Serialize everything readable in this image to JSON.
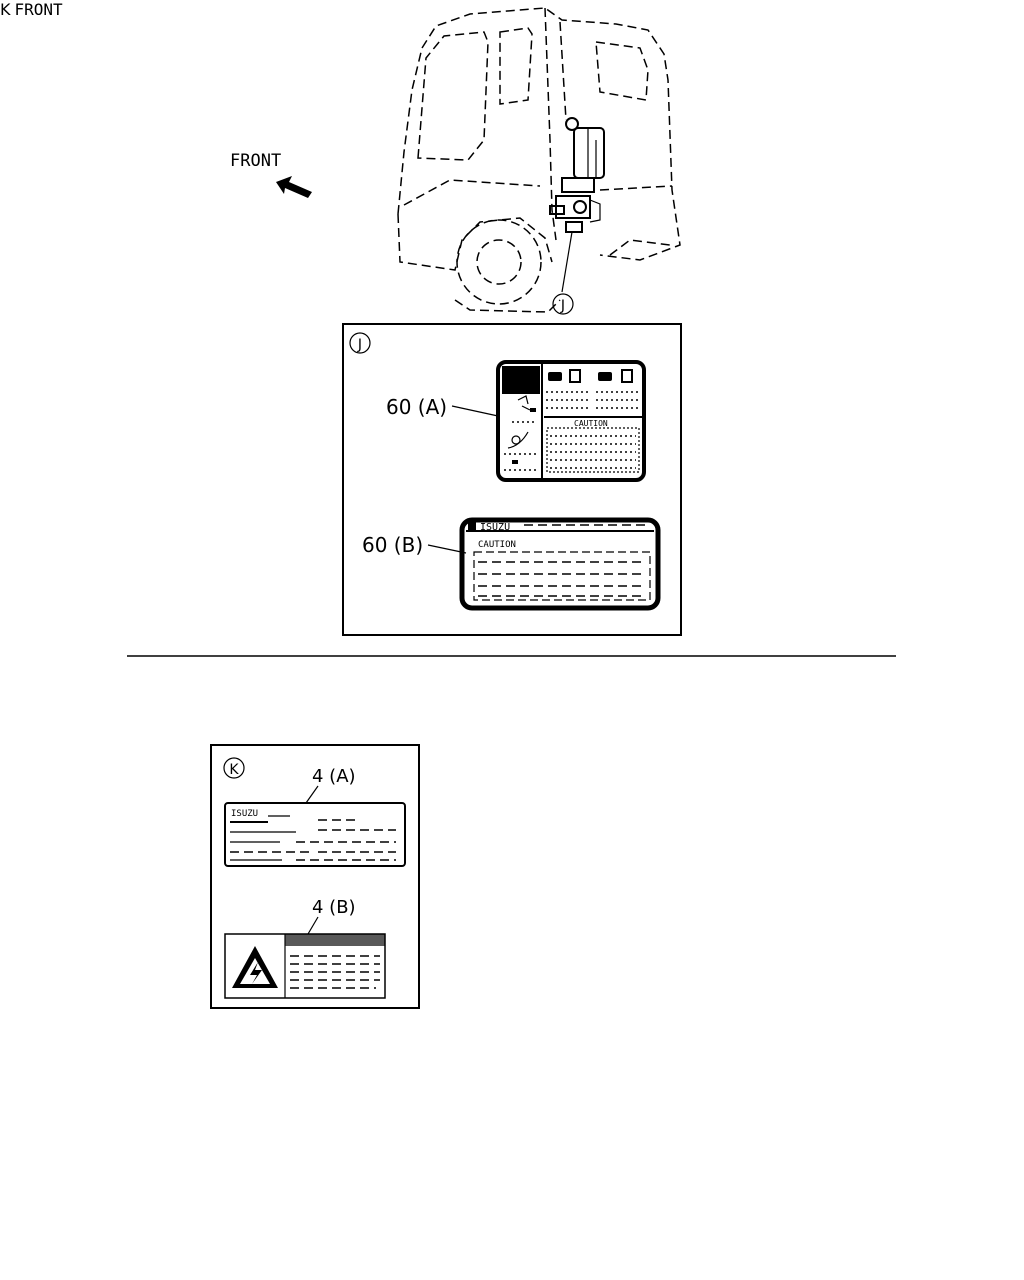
{
  "truck_section": {
    "front_label": "FRONT",
    "callout_j": "J",
    "detail_j": {
      "callout": "J",
      "label_a": "60 (A)",
      "label_b": "60 (B)",
      "plate_a_caution": "CAUTION",
      "plate_b_brand": "ISUZU",
      "plate_b_caution": "CAUTION"
    }
  },
  "engine_section": {
    "front_label": "FRONT",
    "callout_k": "K",
    "detail_k": {
      "callout": "K",
      "label_a": "4 (A)",
      "label_b": "4 (B)",
      "plate_a_brand": "ISUZU"
    }
  }
}
